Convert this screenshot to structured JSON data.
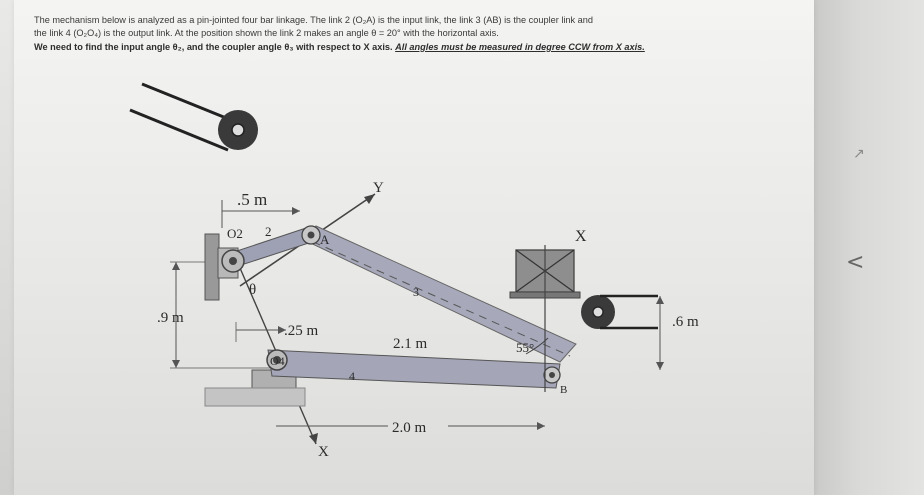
{
  "problem": {
    "line1": "The mechanism below is analyzed as a pin-jointed four bar linkage. The link 2 (O₂A) is the input link, the link 3 (AB) is the coupler link and",
    "line2": "the link 4 (O₂O₄) is the output link. At the position shown the link 2 makes an angle θ = 20° with the horizontal axis.",
    "line3_start": "We need to find  the input angle θ₂, and the coupler angle θ₃ with respect to X axis. ",
    "line3_emph": "All angles must be measured in degree CCW from X axis."
  },
  "diagram": {
    "label_5m": ".5 m",
    "label_y": "Y",
    "label_o2": "O2",
    "label_2": "2",
    "label_a": "A",
    "label_3": "3",
    "label_theta": "θ",
    "label_9m": ".9 m",
    "label_25m": ".25 m",
    "label_o4": "O4",
    "label_4": "4",
    "label_21m": "2.1 m",
    "label_20m": "2.0 m",
    "label_x_bottom": "X",
    "label_x_top": "X",
    "label_55": "55°",
    "label_b": "B",
    "label_6m": ".6 m"
  },
  "nav": {
    "back_icon": "<",
    "cursor_icon": "↗"
  }
}
